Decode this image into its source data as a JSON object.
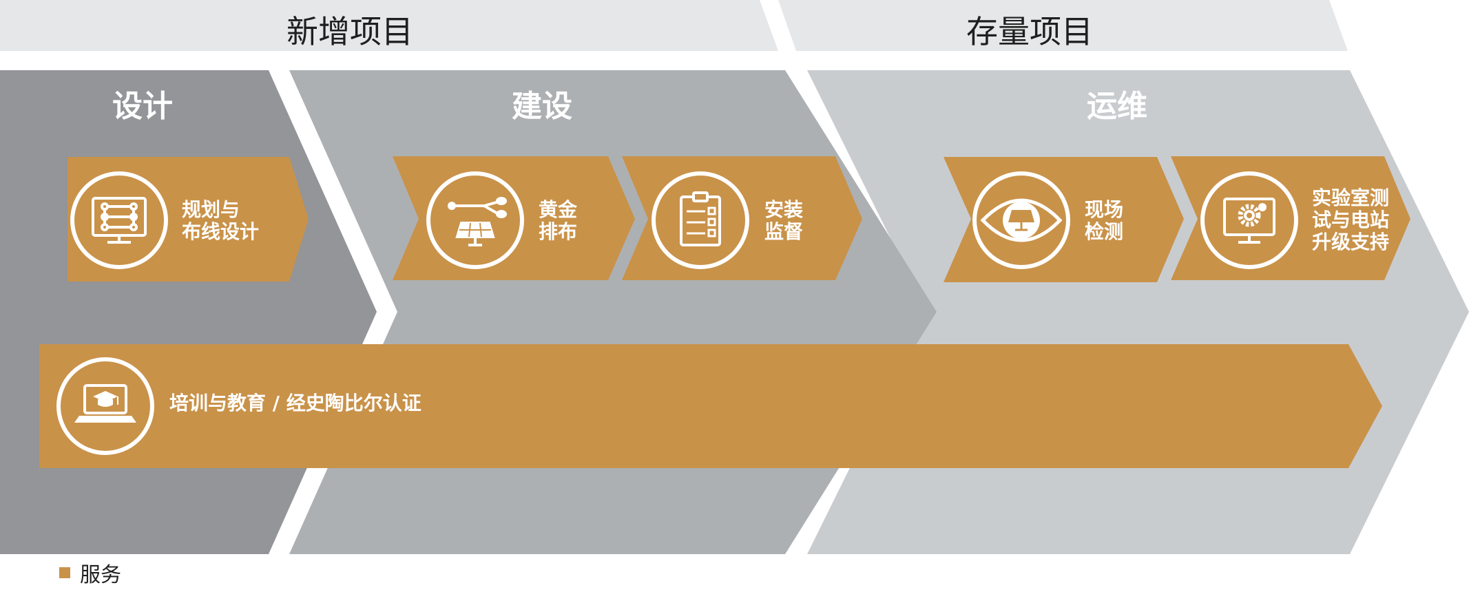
{
  "headers": {
    "new_projects": "新增项目",
    "existing_projects": "存量项目"
  },
  "phases": {
    "design": "设计",
    "construction": "建设",
    "operation": "运维"
  },
  "services": {
    "planning": "规划与\n布线设计",
    "layout": "黄金\n排布",
    "supervision": "安装\n监督",
    "inspection": "现场\n检测",
    "lab": "实验室测\n试与电站\n升级支持",
    "training": "培训与教育 / 经史陶比尔认证"
  },
  "legend": {
    "label": "服务",
    "color": "#c99249"
  },
  "colors": {
    "header_bg": "#e5e7e9",
    "phase_dark": "#939598",
    "phase_mid": "#adb0b2",
    "phase_light": "#c9cccf",
    "service": "#c99249",
    "white": "#ffffff"
  },
  "icons": {
    "planning": "monitor-layout-icon",
    "layout": "solar-panel-connector-icon",
    "supervision": "clipboard-checklist-icon",
    "inspection": "eye-solar-panel-icon",
    "lab": "monitor-gear-icon",
    "training": "laptop-graduation-cap-icon"
  }
}
